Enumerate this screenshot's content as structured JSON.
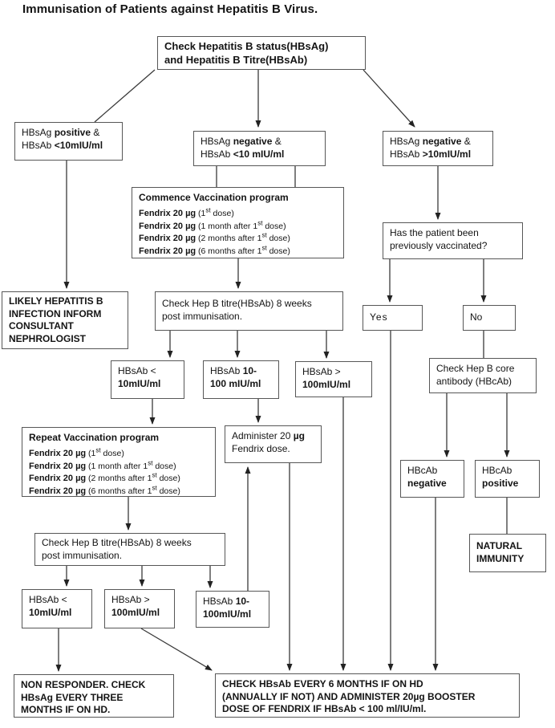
{
  "page_title": "Immunisation of Patients against Hepatitis B Virus.",
  "colors": {
    "box_border": "#575757",
    "edge_line": "#333333",
    "text": "#141414",
    "background": "#ffffff"
  },
  "nodes": {
    "check_status": {
      "line1": "Check Hepatitis B status(HBsAg)",
      "line2": "and Hepatitis B Titre(HBsAb)"
    },
    "hbsag_positive": {
      "l1_normal": "HBsAg ",
      "l1_bold": "positive",
      "l1_tail": " &",
      "l2_normal": "HBsAb ",
      "l2_bold": "<10mIU/ml"
    },
    "hbsag_negative_low": {
      "l1_normal": "HBsAg ",
      "l1_bold": "negative",
      "l1_tail": " &",
      "l2_normal": "HBsAb ",
      "l2_bold": "<10 mIU/ml"
    },
    "hbsag_negative_high": {
      "l1_normal": "HBsAg ",
      "l1_bold": "negative",
      "l1_tail": " &",
      "l2_normal": "HBsAb ",
      "l2_bold": ">10mIU/ml"
    },
    "commence_program": {
      "title": "Commence Vaccination program",
      "doses": [
        {
          "drug": "Fendrix 20 µg",
          "pre": " (1",
          "sup": "st",
          "post": " dose)"
        },
        {
          "drug": "Fendrix 20 µg",
          "pre": " (1 month after 1",
          "sup": "st",
          "post": " dose)"
        },
        {
          "drug": "Fendrix 20 µg",
          "pre": " (2 months after 1",
          "sup": "st",
          "post": " dose)"
        },
        {
          "drug": "Fendrix 20 µg",
          "pre": " (6 months after 1",
          "sup": "st",
          "post": " dose)"
        }
      ]
    },
    "previously_vaccinated": {
      "line1": "Has the patient been",
      "line2": "previously vaccinated?"
    },
    "likely_infection": {
      "line1": "LIKELY HEPATITIS B",
      "line2": "INFECTION INFORM",
      "line3": "CONSULTANT",
      "line4": "NEPHROLOGIST"
    },
    "check_titre_1": {
      "line1": "Check Hep B titre(HBsAb) 8 weeks",
      "line2": "post immunisation."
    },
    "yes_box": {
      "label": "Yes"
    },
    "no_box": {
      "label": "No"
    },
    "titre1_low": {
      "l1": "HBsAb <",
      "l2_bold": "10mIU/ml"
    },
    "titre1_mid": {
      "l1_normal": "HBsAb ",
      "l1_bold": "10-",
      "l2_bold": "100 mIU/ml"
    },
    "titre1_high": {
      "l1": "HBsAb >",
      "l2_bold": "100mIU/ml"
    },
    "check_core_antibody": {
      "line1": "Check Hep B core",
      "line2": "antibody (HBcAb)"
    },
    "repeat_program": {
      "title": "Repeat Vaccination program",
      "doses": [
        {
          "drug": "Fendrix 20 µg",
          "pre": " (1",
          "sup": "st",
          "post": " dose)"
        },
        {
          "drug": "Fendrix 20 µg",
          "pre": " (1 month after 1",
          "sup": "st",
          "post": " dose)"
        },
        {
          "drug": "Fendrix 20 µg",
          "pre": " (2 months after 1",
          "sup": "st",
          "post": " dose)"
        },
        {
          "drug": "Fendrix 20 µg",
          "pre": " (6 months after 1",
          "sup": "st",
          "post": " dose)"
        }
      ]
    },
    "administer_dose": {
      "l1_normal": "Administer 20 ",
      "l1_bold": "µg",
      "l2": "Fendrix dose."
    },
    "hbcab_negative": {
      "l1": "HBcAb",
      "l2_bold": "negative"
    },
    "hbcab_positive": {
      "l1": "HBcAb",
      "l2_bold": "positive"
    },
    "check_titre_2": {
      "line1": "Check Hep B titre(HBsAb) 8 weeks",
      "line2": "post immunisation."
    },
    "natural_immunity": {
      "line1": "NATURAL",
      "line2": "IMMUNITY"
    },
    "titre2_low": {
      "l1": "HBsAb <",
      "l2_bold": "10mIU/ml"
    },
    "titre2_high": {
      "l1": "HBsAb >",
      "l2_bold": "100mIU/ml"
    },
    "titre2_mid": {
      "l1_normal": "HBsAb ",
      "l1_bold": "10-",
      "l2_bold": "100mIU/ml"
    },
    "non_responder": {
      "line1": "NON RESPONDER. CHECK",
      "line2": "HBsAg EVERY THREE",
      "line3": "MONTHS IF ON HD."
    },
    "final_monitoring": {
      "line1": "CHECK HBsAb EVERY 6 MONTHS IF ON HD",
      "line2": "(ANNUALLY IF NOT)  AND ADMINISTER 20µg BOOSTER",
      "line3": "DOSE OF FENDRIX IF HBsAb < 100 ml/IU/ml."
    }
  }
}
